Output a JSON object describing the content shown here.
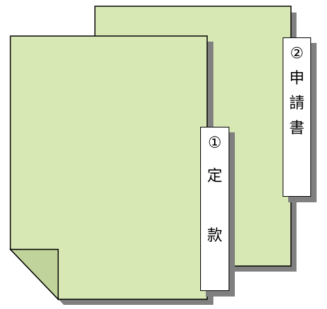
{
  "documents": [
    {
      "id": "2",
      "tab_label": "②",
      "tab_chars": [
        "申",
        "請",
        "書"
      ],
      "fill": "#d8e8b4"
    },
    {
      "id": "1",
      "tab_label": "①",
      "tab_chars": [
        "定",
        "款"
      ],
      "fill": "#d8e8b4"
    }
  ],
  "colors": {
    "page_fill": "#d8e8b4",
    "shadow": "#808080",
    "outline": "#000000",
    "tab_fill": "#ffffff"
  }
}
